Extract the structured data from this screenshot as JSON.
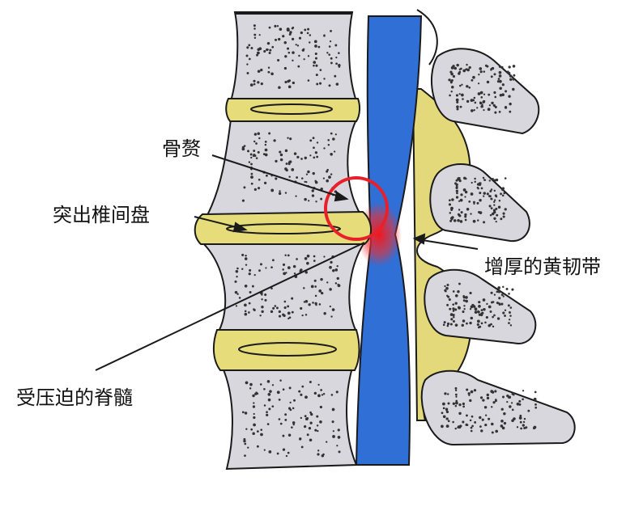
{
  "labels": {
    "osteophyte": "骨赘",
    "herniated_disc": "突出椎间盘",
    "thickened_ligamentum_flavum": "增厚的黄韧带",
    "compressed_spinal_cord": "受压迫的脊髓"
  },
  "colors": {
    "bone": "#d9d7de",
    "disc": "#e6dc7a",
    "spinal_cord": "#2f6fd6",
    "compression": "#e8202a",
    "outline": "#1a1a1a"
  }
}
